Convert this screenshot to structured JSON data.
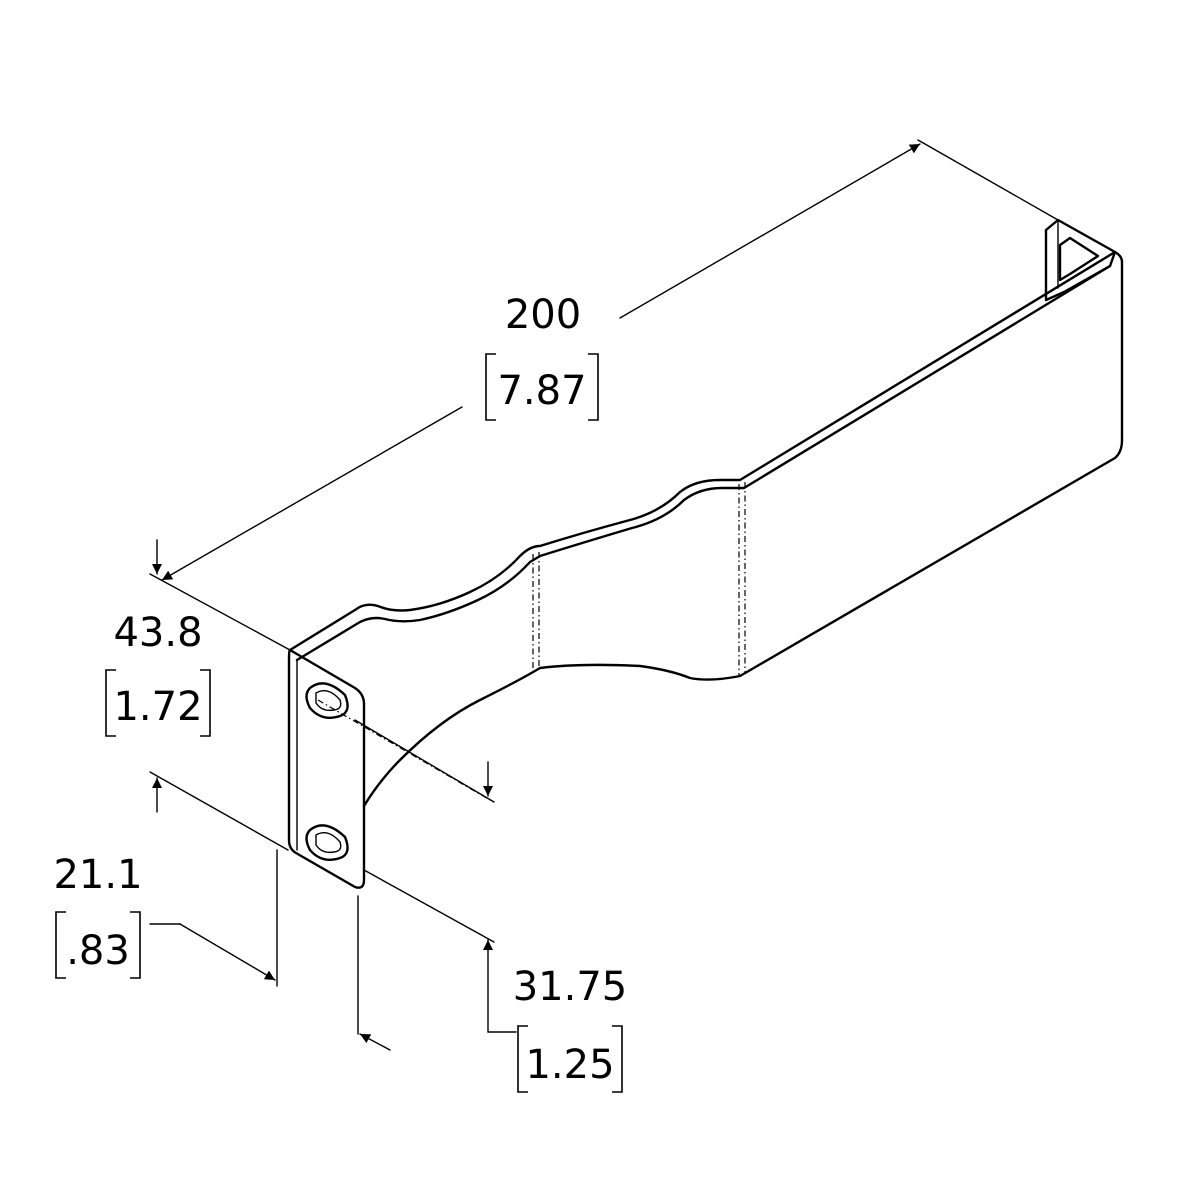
{
  "dimensions": {
    "length": {
      "metric": "200",
      "imperial": "7.87"
    },
    "height": {
      "metric": "43.8",
      "imperial": "1.72"
    },
    "hole_offset": {
      "metric": "21.1",
      "imperial": ".83"
    },
    "hole_spacing": {
      "metric": "31.75",
      "imperial": "1.25"
    }
  }
}
